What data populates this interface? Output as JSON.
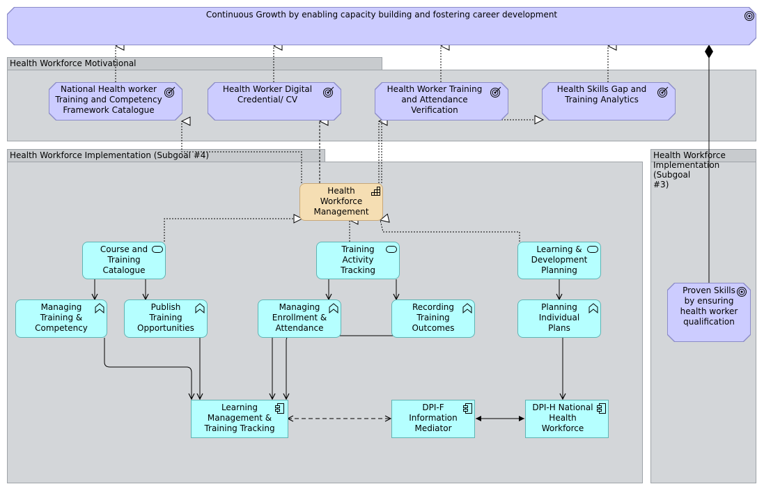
{
  "top_goal": {
    "label": "Continuous Growth by enabling capacity building and fostering career development"
  },
  "groups": {
    "motivational": {
      "label": "Health Workforce Motivational"
    },
    "implementation4": {
      "label": "Health Workforce Implementation (Subgoal #4)"
    },
    "implementation3": {
      "label": "Health Workforce\nImplementation (Subgoal\n#3)"
    }
  },
  "goals": {
    "g1": {
      "label": "National Health worker\nTraining and Competency\nFramework Catalogue"
    },
    "g2": {
      "label": "Health Worker Digital\nCredential/ CV"
    },
    "g3": {
      "label": "Health Worker Training\nand Attendance\nVerification"
    },
    "g4": {
      "label": "Health Skills Gap and\nTraining Analytics"
    },
    "g5": {
      "label": "Proven Skills\nby ensuring\nhealth worker\nqualification"
    }
  },
  "capability": {
    "label": "Health\nWorkforce\nManagement"
  },
  "services": {
    "s1": {
      "label": "Course and\nTraining\nCatalogue"
    },
    "s2": {
      "label": "Training\nActivity\nTracking"
    },
    "s3": {
      "label": "Learning &\nDevelopment\nPlanning"
    }
  },
  "functions": {
    "f1": {
      "label": "Managing\nTraining &\nCompetency"
    },
    "f2": {
      "label": "Publish\nTraining\nOpportunities"
    },
    "f3": {
      "label": "Managing\nEnrollment &\nAttendance"
    },
    "f4": {
      "label": "Recording\nTraining\nOutcomes"
    },
    "f5": {
      "label": "Planning\nIndividual\nPlans"
    }
  },
  "components": {
    "c1": {
      "label": "Learning\nManagement &\nTraining Tracking"
    },
    "c2": {
      "label": "DPI-F\nInformation\nMediator"
    },
    "c3": {
      "label": "DPI-H National\nHealth\nWorkforce"
    }
  },
  "colors": {
    "goal": "#ccccff",
    "application": "#b5ffff",
    "capability": "#f5deb3",
    "group": "#d3d6d9"
  }
}
